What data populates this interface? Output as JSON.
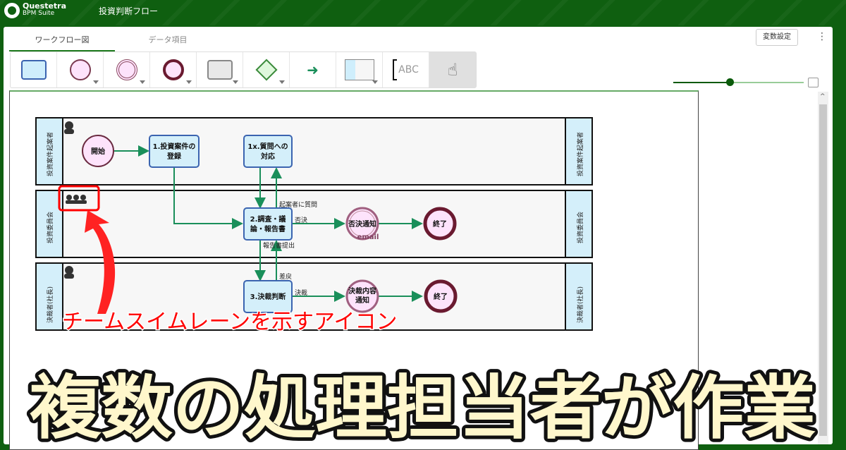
{
  "header": {
    "brand_line1": "Questetra",
    "brand_line2": "BPM Suite",
    "title": "投資判断フロー"
  },
  "tabs": [
    {
      "label": "ワークフロー図"
    },
    {
      "label": "データ項目"
    }
  ],
  "toolbar": {
    "variables_button": "変数設定",
    "abc": "ABC",
    "tools": [
      "human-task",
      "start-event",
      "intermediate-event",
      "end-event",
      "service-task",
      "gateway",
      "flow",
      "swimlane",
      "annotation",
      "pointer"
    ]
  },
  "diagram": {
    "lanes": [
      {
        "name": "投資案件起案者"
      },
      {
        "name": "投資委員会"
      },
      {
        "name": "決裁者(社長)"
      }
    ],
    "nodes": {
      "start": "開始",
      "task1_l1": "1.投資案件の",
      "task1_l2": "登録",
      "task1x_l1": "1x.質問への",
      "task1x_l2": "対応",
      "task2_l1": "2.調査・議",
      "task2_l2": "論・報告書",
      "reject_notice": "否決通知",
      "email": "email",
      "end": "終了",
      "task3": "3.決裁判断",
      "decision_l1": "決裁内容",
      "decision_l2": "通知"
    },
    "flows": {
      "ask": "起案者に質問",
      "reject": "否決",
      "report": "報告書提出",
      "return": "差戻",
      "approve": "決裁"
    }
  },
  "annotation": {
    "callout": "チームスイムレーンを示すアイコン",
    "headline": "複数の処理担当者が作業"
  },
  "colors": {
    "header": "#0f5f10",
    "accent": "#1d7a1d",
    "flow": "#1a8f5a",
    "callout": "#ff0000"
  }
}
